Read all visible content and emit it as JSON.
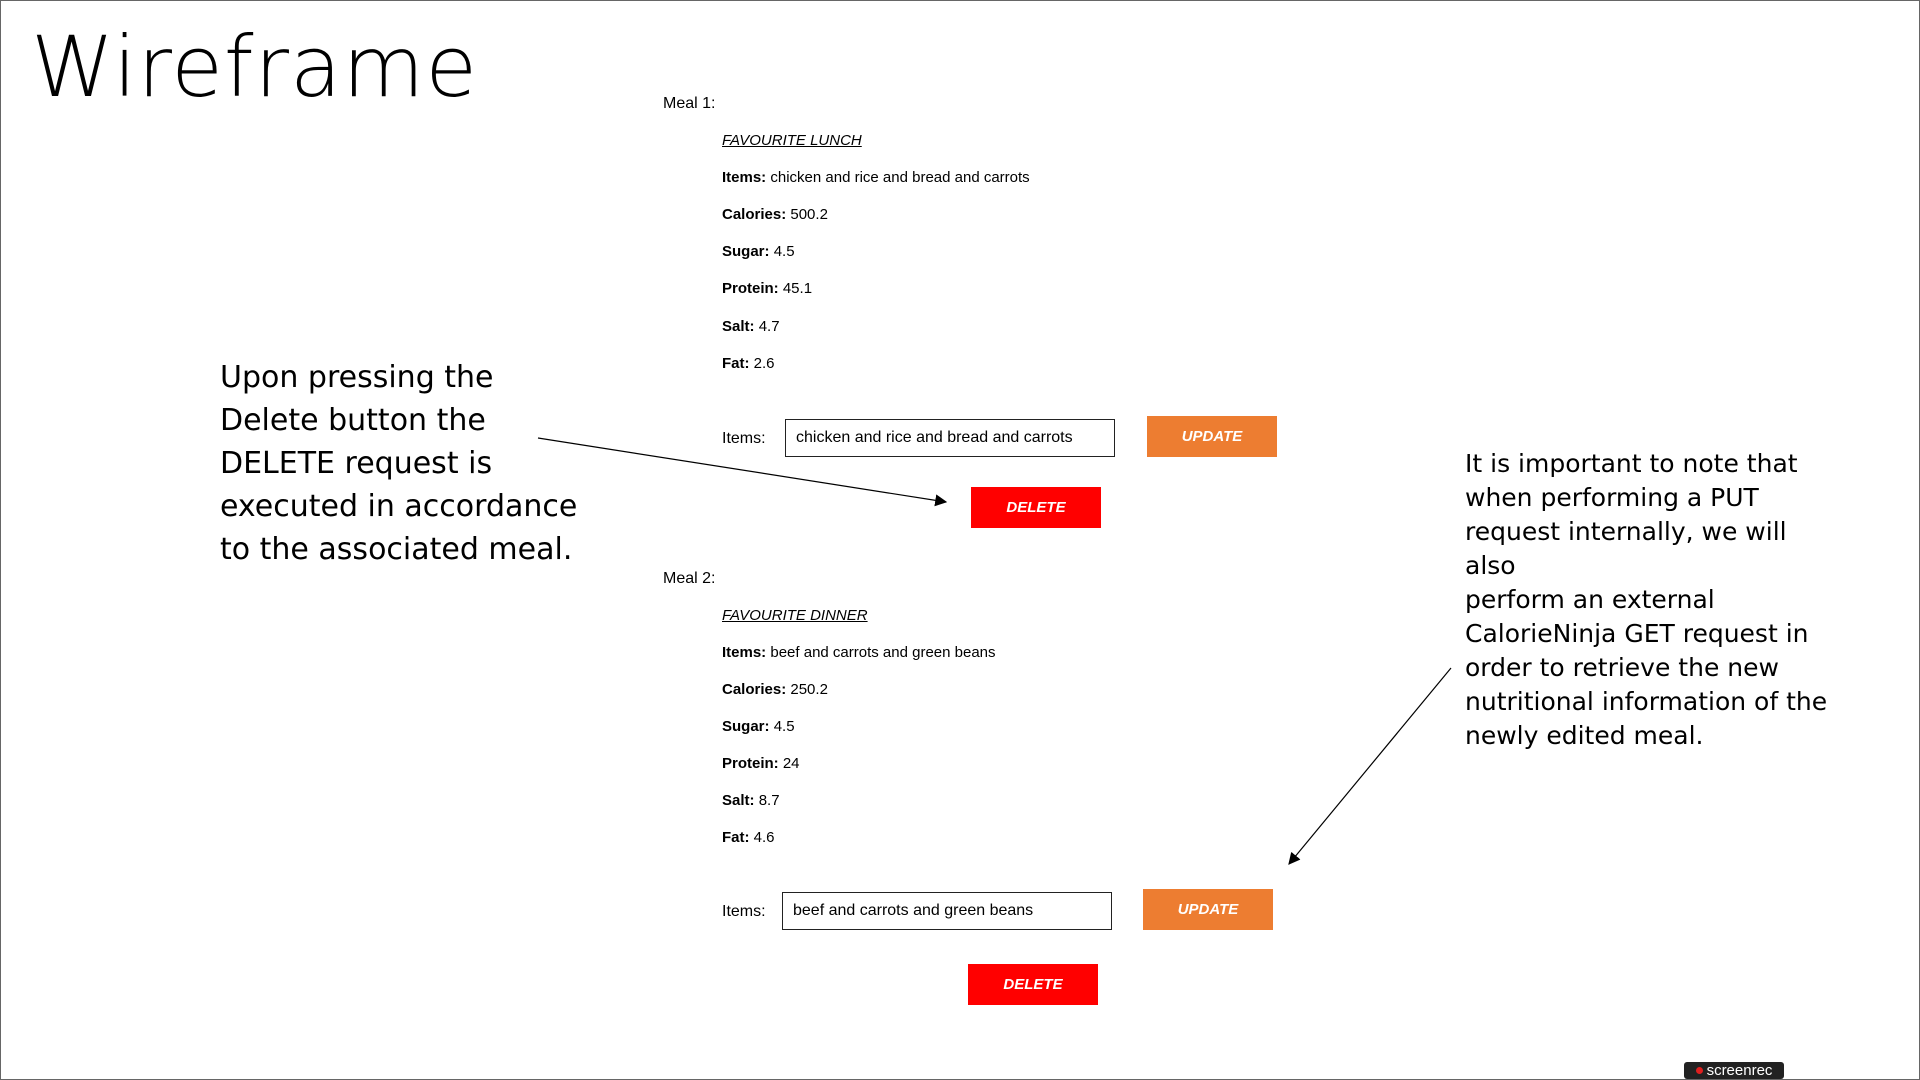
{
  "title": "Wireframe",
  "notes": {
    "left_lines": [
      "Upon pressing the",
      "Delete button the",
      "DELETE request is",
      "executed in accordance",
      "to the associated meal."
    ],
    "right_lines": [
      "It is important to note that",
      "when performing a PUT",
      "request internally, we will also",
      "perform an external",
      "CalorieNinja GET request in",
      "order to retrieve the new",
      "nutritional information of the",
      "newly edited meal."
    ]
  },
  "meals": [
    {
      "label": "Meal 1:",
      "name": "FAVOURITE LUNCH",
      "items_label": "Items:",
      "items": "chicken and rice and bread and carrots",
      "calories_label": "Calories:",
      "calories": "500.2",
      "sugar_label": "Sugar:",
      "sugar": "4.5",
      "protein_label": "Protein:",
      "protein": "45.1",
      "salt_label": "Salt:",
      "salt": "4.7",
      "fat_label": "Fat:",
      "fat": "2.6",
      "input_label": "Items:",
      "input_value": "chicken and rice and bread and carrots",
      "update_label": "UPDATE",
      "delete_label": "DELETE"
    },
    {
      "label": "Meal 2:",
      "name": "FAVOURITE DINNER",
      "items_label": "Items:",
      "items": "beef and carrots and green beans",
      "calories_label": "Calories:",
      "calories": "250.2",
      "sugar_label": "Sugar:",
      "sugar": "4.5",
      "protein_label": "Protein:",
      "protein": "24",
      "salt_label": "Salt:",
      "salt": "8.7",
      "fat_label": "Fat:",
      "fat": "4.6",
      "input_label": "Items:",
      "input_value": "beef and carrots and green beans",
      "update_label": "UPDATE",
      "delete_label": "DELETE"
    }
  ],
  "brand": {
    "text": "screenrec"
  },
  "colors": {
    "update": "#ed7d31",
    "delete": "#ff0000",
    "brand_dot": "#e01f1f"
  }
}
